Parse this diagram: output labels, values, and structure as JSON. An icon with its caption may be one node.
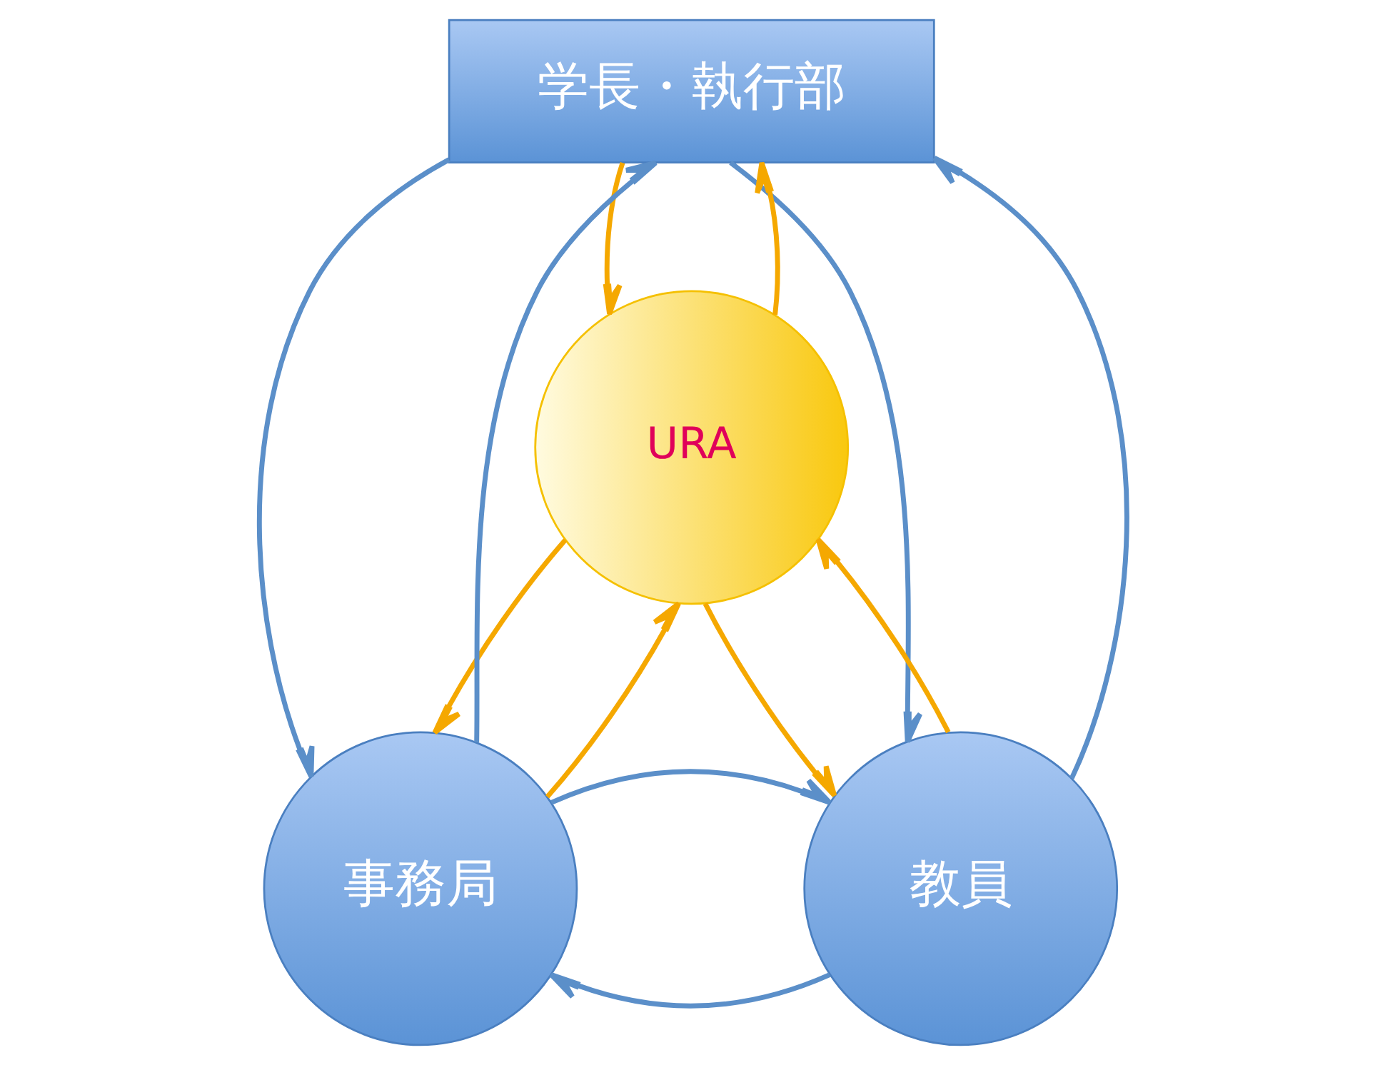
{
  "diagram": {
    "nodes": [
      {
        "text": [
          "学長・執行部"
        ]
      },
      {
        "text": [
          "URA"
        ]
      },
      {
        "text": [
          "事務局"
        ]
      },
      {
        "text": [
          "教員"
        ]
      }
    ],
    "edges": [
      {
        "from": 0,
        "to": 2,
        "arrow": "to",
        "color": "#5b8fc9"
      },
      {
        "from": 2,
        "to": 0,
        "arrow": "to",
        "color": "#5b8fc9"
      },
      {
        "from": 3,
        "to": 0,
        "arrow": "to",
        "color": "#5b8fc9"
      },
      {
        "from": 0,
        "to": 3,
        "arrow": "to",
        "color": "#5b8fc9"
      },
      {
        "from": 3,
        "to": 2,
        "arrow": "to",
        "color": "#5b8fc9"
      },
      {
        "from": 2,
        "to": 3,
        "arrow": "to",
        "color": "#5b8fc9"
      },
      {
        "from": 0,
        "to": 1,
        "arrow": "to",
        "color": "#f5a800"
      },
      {
        "from": 1,
        "to": 0,
        "arrow": "to",
        "color": "#f5a800"
      },
      {
        "from": 1,
        "to": 2,
        "arrow": "to",
        "color": "#f5a800"
      },
      {
        "from": 2,
        "to": 1,
        "arrow": "to",
        "color": "#f5a800"
      },
      {
        "from": 3,
        "to": 1,
        "arrow": "to",
        "color": "#f5a800"
      },
      {
        "from": 1,
        "to": 3,
        "arrow": "to",
        "color": "#f5a800"
      }
    ]
  }
}
